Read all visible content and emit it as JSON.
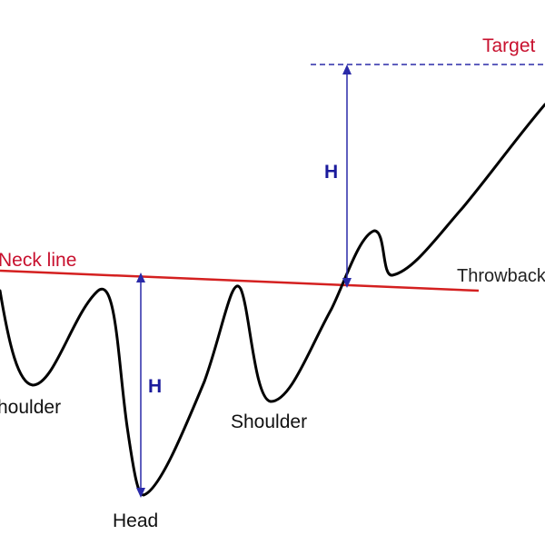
{
  "labels": {
    "target": "Target",
    "neck_line": "Neck line",
    "throwback": "Throwback",
    "left_shoulder": "Shoulder",
    "right_shoulder": "Shoulder",
    "head": "Head",
    "height_left": "H",
    "height_right": "H"
  },
  "colors": {
    "price_line": "#000000",
    "neck_line": "#d42020",
    "measure_arrow": "#2a2aa8",
    "target_line": "#2a2aa8",
    "label_red": "#c8102e",
    "label_blue": "#1a1a9c"
  }
}
